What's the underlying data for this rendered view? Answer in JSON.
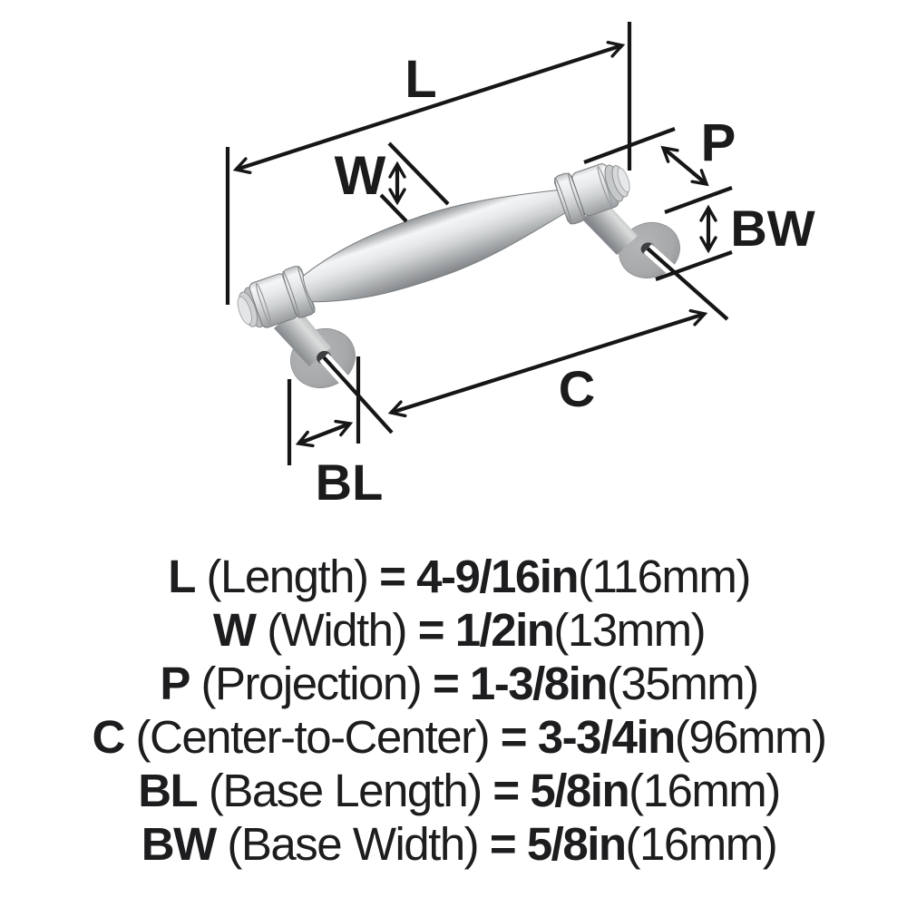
{
  "diagram": {
    "labels": {
      "L": "L",
      "W": "W",
      "P": "P",
      "BW": "BW",
      "C": "C",
      "BL": "BL"
    },
    "product": "cabinet pull handle dimension drawing",
    "colors": {
      "background": "#ffffff",
      "line": "#161616",
      "text": "#1d1d1f",
      "metal_highlight": "#f4f5f6",
      "metal_mid": "#cfd2d3",
      "metal_shadow": "#84878a",
      "base_gray": "#a6a8aa",
      "screw_hole": "#3c3e40"
    }
  },
  "legend": {
    "rows": [
      {
        "code": "L",
        "name": "(Length)",
        "eq": "=",
        "value": "4-9/16in",
        "metric": "(116mm)"
      },
      {
        "code": "W",
        "name": "(Width)",
        "eq": "=",
        "value": "1/2in",
        "metric": "(13mm)"
      },
      {
        "code": "P",
        "name": "(Projection)",
        "eq": "=",
        "value": "1-3/8in",
        "metric": "(35mm)"
      },
      {
        "code": "C",
        "name": "(Center-to-Center)",
        "eq": "=",
        "value": "3-3/4in",
        "metric": "(96mm)"
      },
      {
        "code": "BL",
        "name": "(Base Length)",
        "eq": "=",
        "value": "5/8in",
        "metric": "(16mm)"
      },
      {
        "code": "BW",
        "name": "(Base Width)",
        "eq": "=",
        "value": "5/8in",
        "metric": "(16mm)"
      }
    ]
  }
}
